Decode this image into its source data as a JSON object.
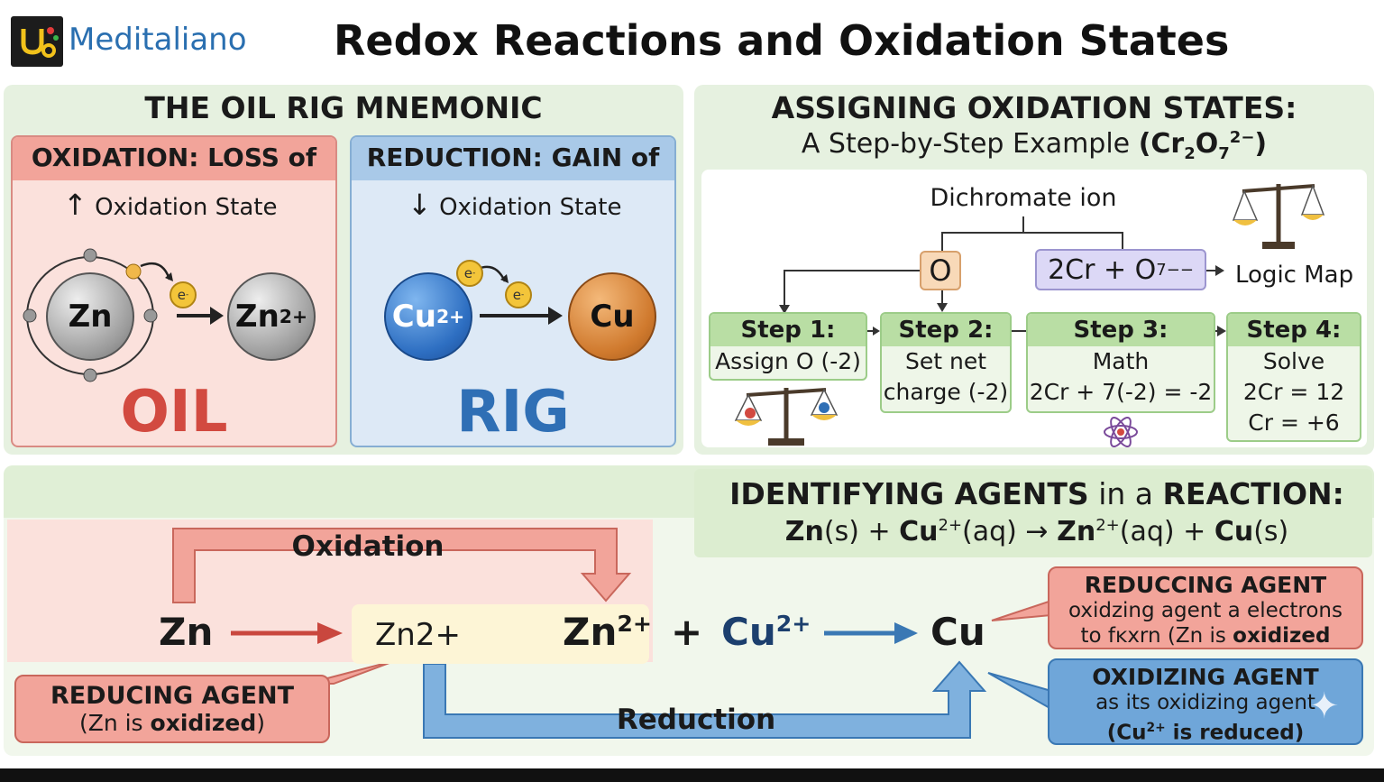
{
  "header": {
    "brand": "Meditaliano",
    "title": "Redox Reactions and Oxidation States"
  },
  "oil_rig": {
    "heading": "THE OIL RIG MNEMONIC",
    "oxidation": {
      "title": "OXIDATION: LOSS of",
      "subtitle": "Oxidation State",
      "atom_left": "Zn",
      "atom_right": "Zn",
      "atom_right_charge": "2+",
      "electron": "e",
      "electron_sign": "-",
      "word": "OIL"
    },
    "reduction": {
      "title": "REDUCTION: GAIN of",
      "subtitle": "Oxidation State",
      "atom_left": "Cu",
      "atom_left_charge": "2+",
      "atom_right": "Cu",
      "electron": "e",
      "electron_sign": "-",
      "word": "RIG"
    }
  },
  "oxidation_states": {
    "heading_line1": "ASSIGNING OXIDATION STATES:",
    "heading_line2": "A Step-by-Step Example ",
    "formula_a": "(Cr",
    "formula_sub1": "2",
    "formula_b": "O",
    "formula_sub2": "7",
    "formula_sup": "2−",
    "formula_c": ")",
    "root_label": "Dichromate ion",
    "node_o": "O",
    "node_cr_a": "2Cr + O",
    "node_cr_sub": "7",
    "node_cr_sup": "−−",
    "logic_map": "Logic Map",
    "steps": [
      {
        "head": "Step 1:",
        "lines": [
          "Assign O (-2)"
        ]
      },
      {
        "head": "Step 2:",
        "lines": [
          "Set net",
          "charge (-2)"
        ]
      },
      {
        "head": "Step 3:",
        "lines": [
          "Math",
          "2Cr + 7(-2) = -2"
        ]
      },
      {
        "head": "Step 4:",
        "lines": [
          "Solve",
          "2Cr = 12",
          "Cr = +6"
        ]
      }
    ]
  },
  "agents": {
    "heading_a": "IDENTIFYING AGENTS",
    "heading_b": " in a ",
    "heading_c": "REACTION:",
    "equation": {
      "zn": "Zn",
      "s1": "(s) + ",
      "cu": "Cu",
      "cu_sup": "2+",
      "aq1": "(aq) → ",
      "zn2": "Zn",
      "zn2_sup": "2+",
      "aq2": "(aq) + ",
      "cu2": "Cu",
      "s2": "(s)"
    },
    "oxidation_label": "Oxidation",
    "reduction_label": "Reduction",
    "row": {
      "zn": "Zn",
      "zn2_plain": "Zn2+",
      "zn_ion": "Zn",
      "zn_ion_sup": "2+",
      "plus": "+",
      "cu_ion": "Cu",
      "cu_ion_sup": "2+",
      "cu": "Cu"
    },
    "reducing_left": {
      "title": "REDUCING AGENT",
      "line_a": "(Zn is ",
      "line_b": "oxidized",
      "line_c": ")"
    },
    "reducing_right": {
      "title": "REDUCCING AGENT",
      "line1": "oxidzing agent a electrons",
      "line2_a": "to fĸхrn (Zn is ",
      "line2_b": "oxidized"
    },
    "oxidizing_right": {
      "title": "OXIDIZING AGENT",
      "line1": "as its oxidizing agent",
      "line2_a": "(Cu",
      "line2_sup": "2+",
      "line2_b": " is reduced)"
    }
  },
  "colors": {
    "red": "#d24a40",
    "blue": "#2f6fb5",
    "green_panel": "#e6f1e0"
  }
}
